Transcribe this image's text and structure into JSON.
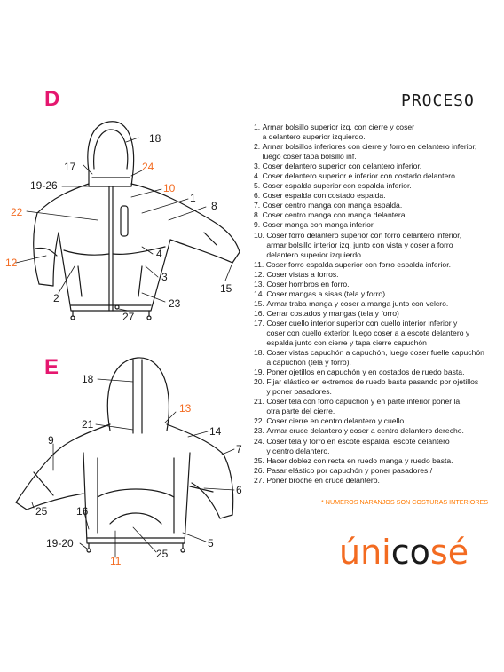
{
  "diagram_d": {
    "letter": "D",
    "labels": {
      "l18": "18",
      "l17": "17",
      "l24": "24",
      "l1926": "19-26",
      "l10": "10",
      "l1": "1",
      "l22": "22",
      "l8": "8",
      "l4": "4",
      "l12": "12",
      "l3": "3",
      "l15": "15",
      "l2": "2",
      "l23": "23",
      "l27": "27"
    }
  },
  "diagram_e": {
    "letter": "E",
    "labels": {
      "l18": "18",
      "l13": "13",
      "l21": "21",
      "l14": "14",
      "l9": "9",
      "l7": "7",
      "l6": "6",
      "l25a": "25",
      "l16": "16",
      "l1920": "19-20",
      "l5": "5",
      "l25b": "25",
      "l11": "11"
    }
  },
  "proceso": {
    "title": "PROCESO",
    "steps": [
      {
        "num": "1. ",
        "text": "Armar bolsillo superior izq. con cierre y coser\n a delantero superior izquierdo."
      },
      {
        "num": "2. ",
        "text": "Armar bolsillos inferiores con cierre y forro en delantero inferior,\n luego coser tapa bolsillo inf."
      },
      {
        "num": "3. ",
        "text": "Coser delantero superior con delantero inferior."
      },
      {
        "num": "4. ",
        "text": "Coser delantero superior e inferior con costado delantero."
      },
      {
        "num": "5. ",
        "text": "Coser espalda superior con espalda inferior."
      },
      {
        "num": "6. ",
        "text": "Coser espalda con costado espalda."
      },
      {
        "num": "7. ",
        "text": "Coser centro manga con manga espalda."
      },
      {
        "num": "8. ",
        "text": "Coser centro manga con manga delantera."
      },
      {
        "num": "9. ",
        "text": "Coser manga con manga inferior."
      },
      {
        "num": "10. ",
        "text": "Coser forro delantero superior con forro delantero inferior,\n armar bolsillo interior izq. junto con vista y coser a forro\n delantero superior izquierdo."
      },
      {
        "num": "11. ",
        "text": "Coser forro espalda superior con forro espalda inferior."
      },
      {
        "num": "12. ",
        "text": "Coser vistas a forros."
      },
      {
        "num": "13. ",
        "text": "Coser hombros en forro."
      },
      {
        "num": "14. ",
        "text": "Coser mangas a sisas (tela y forro)."
      },
      {
        "num": "15. ",
        "text": "Armar traba manga y coser a manga junto con velcro."
      },
      {
        "num": "16. ",
        "text": "Cerrar costados y mangas (tela y forro)"
      },
      {
        "num": "17. ",
        "text": "Coser cuello interior superior con cuello interior inferior y\n coser con cuello exterior, luego coser a a escote delantero y\n espalda junto con cierre y tapa cierre capuchón"
      },
      {
        "num": "18. ",
        "text": "Coser vistas capuchón a capuchón, luego coser fuelle capuchón\n a capuchón (tela y forro)."
      },
      {
        "num": "19. ",
        "text": "Poner ojetillos en capuchón y en costados de ruedo basta."
      },
      {
        "num": "20. ",
        "text": "Fijar elástico en extremos de ruedo basta pasando por ojetillos\n y poner pasadores."
      },
      {
        "num": "21. ",
        "text": "Coser tela con forro capuchón y en parte inferior poner la\n otra parte del cierre."
      },
      {
        "num": "22. ",
        "text": "Coser cierre en centro delantero y cuello."
      },
      {
        "num": "23. ",
        "text": "Armar cruce delantero y coser a centro delantero derecho."
      },
      {
        "num": "24. ",
        "text": "Coser tela y forro en escote espalda, escote delantero\n y centro delantero."
      },
      {
        "num": "25. ",
        "text": "Hacer doblez con recta en ruedo manga y ruedo basta."
      },
      {
        "num": "26. ",
        "text": "Pasar elástico por capuchón y poner pasadores /"
      },
      {
        "num": "27. ",
        "text": "Poner broche en cruce delantero."
      }
    ],
    "note": "* NUMEROS NARANJOS SON COSTURAS INTERIORES"
  },
  "brand": {
    "part1": "úni",
    "part2": "co",
    "part3": "sé"
  },
  "colors": {
    "pink": "#e5176f",
    "orange": "#f36b21",
    "ink": "#1a1a1a"
  }
}
